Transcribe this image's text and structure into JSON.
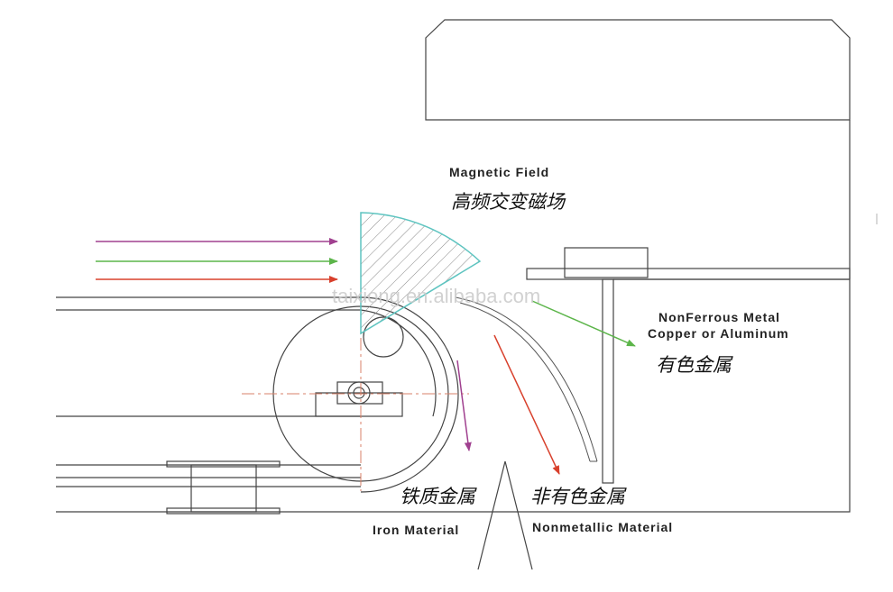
{
  "labels": {
    "magnetic_field_en": "Magnetic Field",
    "magnetic_field_zh": "高频交变磁场",
    "nonferrous_en_line1": "NonFerrous Metal",
    "nonferrous_en_line2": "Copper or Aluminum",
    "nonferrous_zh": "有色金属",
    "iron_zh": "铁质金属",
    "iron_en": "Iron Material",
    "nonmetallic_zh": "非有色金属",
    "nonmetallic_en": "Nonmetallic Material"
  },
  "watermark": "taixiong.en.alibaba.com",
  "colors": {
    "magenta_arrow": "#a0408f",
    "green_arrow": "#5cb54a",
    "red_arrow": "#d8402c",
    "field_outline": "#5ec4c0",
    "center_line": "#d9826a",
    "structure": "#444444"
  }
}
